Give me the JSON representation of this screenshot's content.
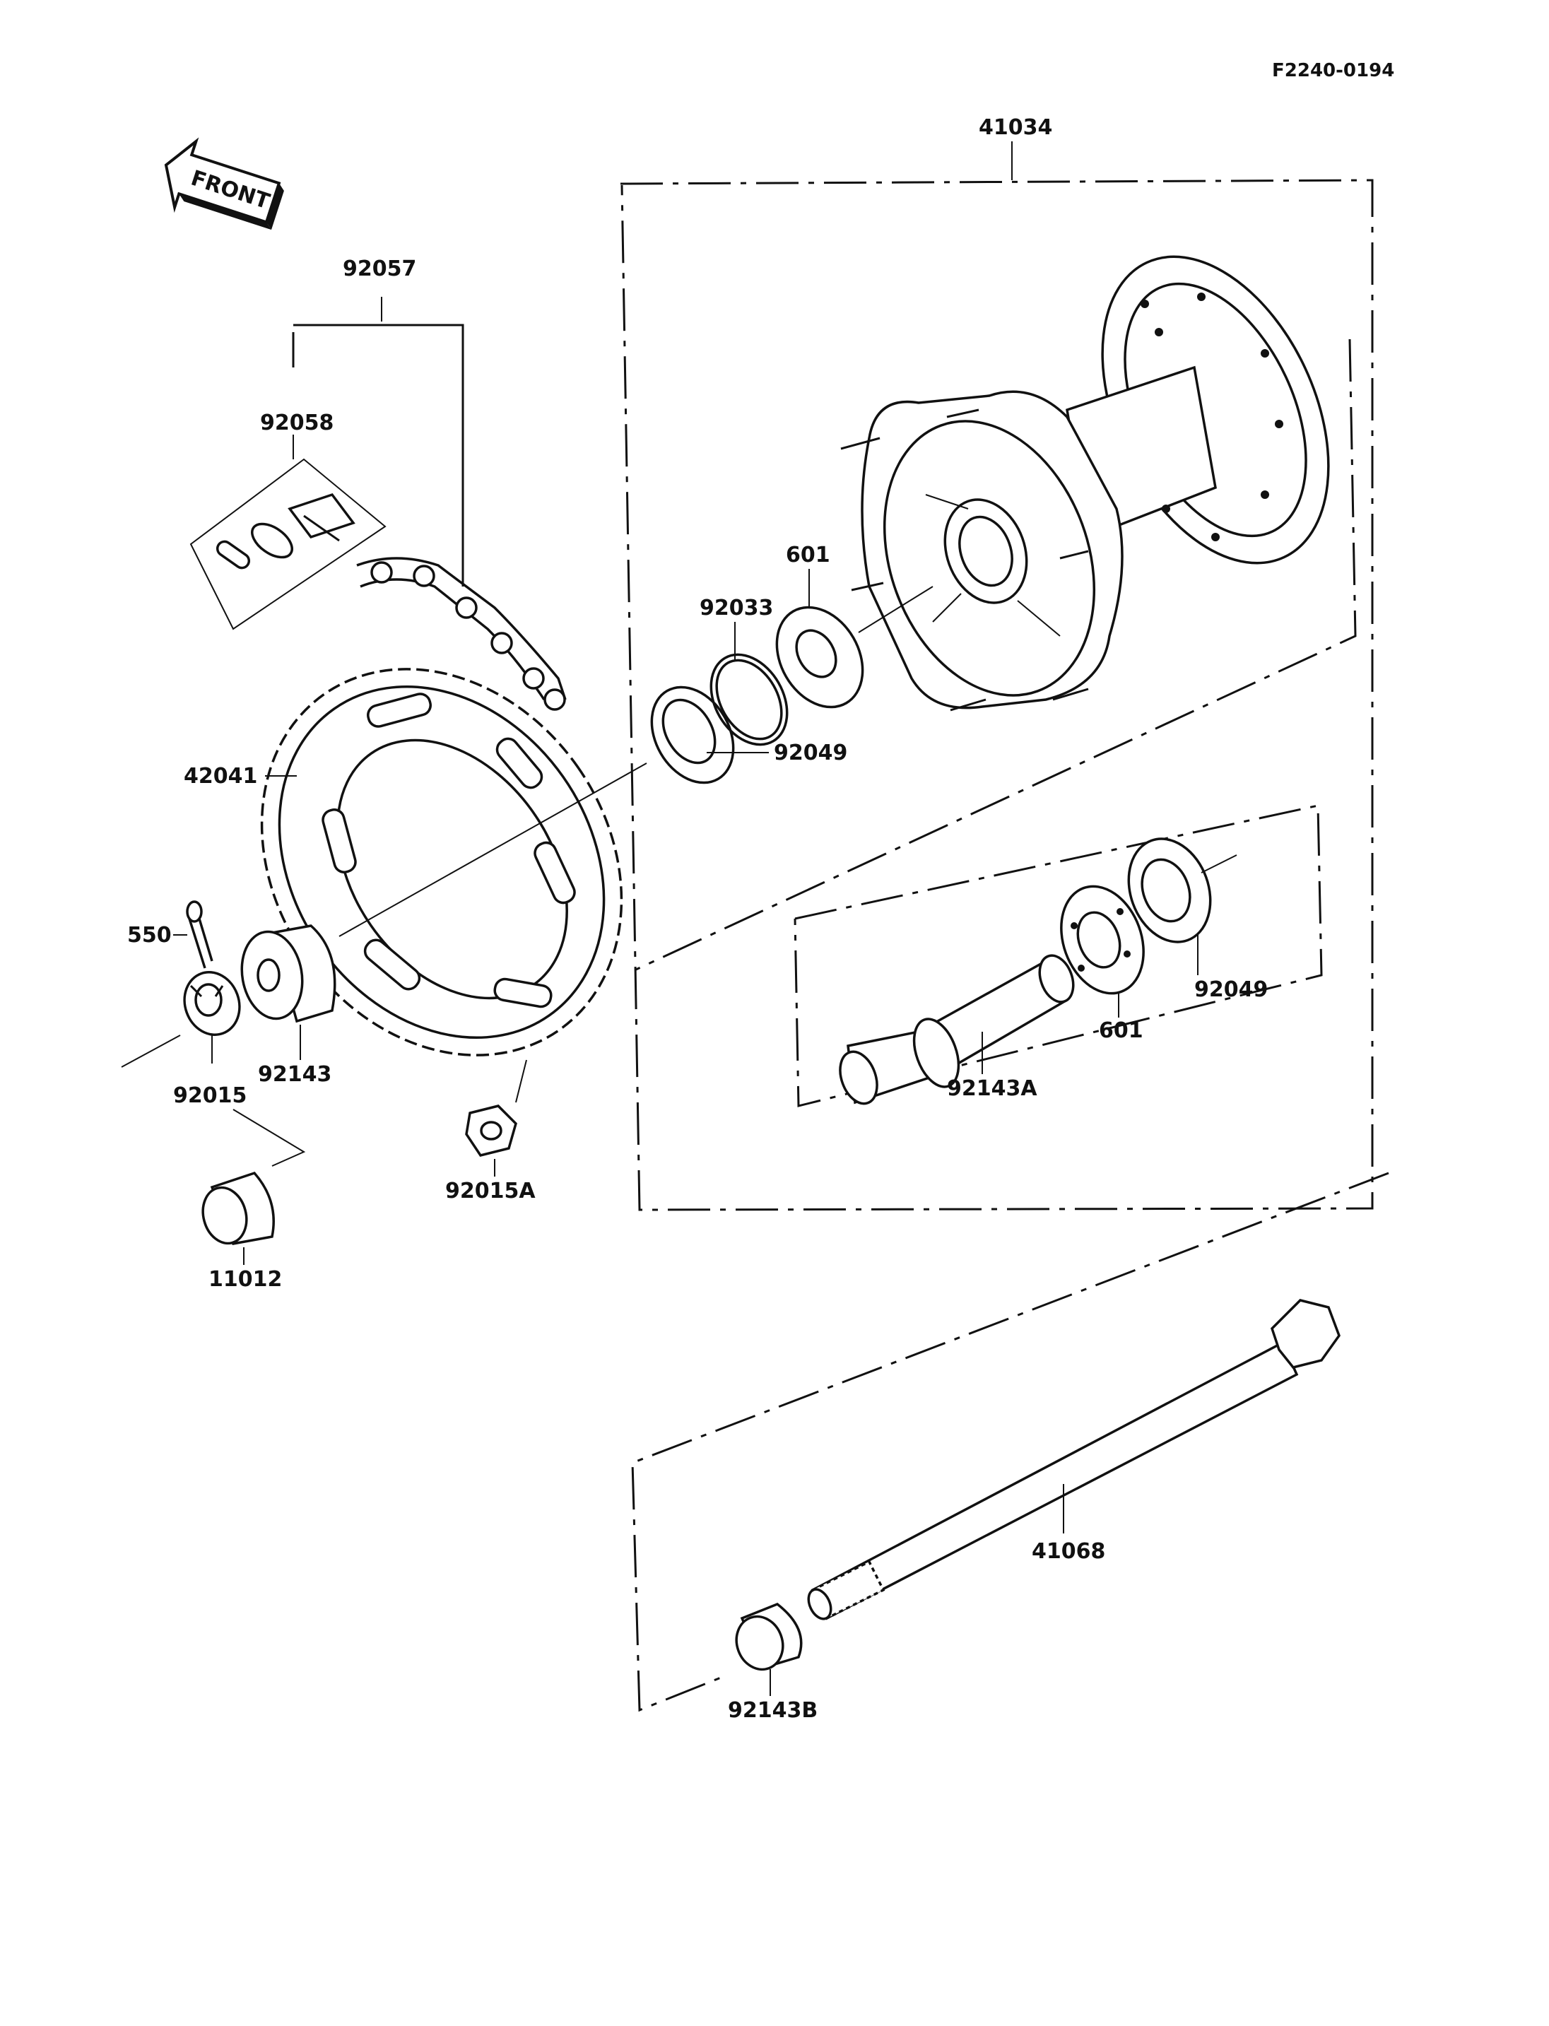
{
  "drawing_ref": "F2240-0194",
  "front_arrow": {
    "label": "FRONT",
    "icon": "front-arrow-icon"
  },
  "parts": {
    "p41034": "41034",
    "p92057": "92057",
    "p92058": "92058",
    "p601_top": "601",
    "p92033": "92033",
    "p92049_top": "92049",
    "p42041": "42041",
    "p550": "550",
    "p92143": "92143",
    "p92015": "92015",
    "p92015A": "92015A",
    "p11012": "11012",
    "p601_low": "601",
    "p92049_low": "92049",
    "p92143A": "92143A",
    "p41068": "41068",
    "p92143B": "92143B"
  }
}
